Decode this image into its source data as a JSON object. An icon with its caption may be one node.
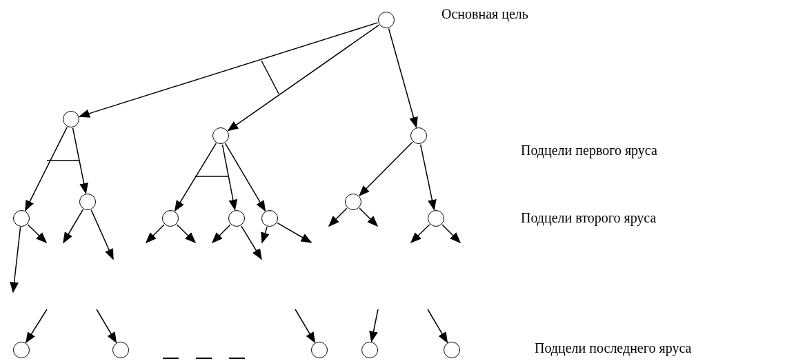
{
  "diagram": {
    "nodes": [
      {
        "text": [],
        "shape": "circle"
      },
      {
        "text": [],
        "shape": "circle"
      },
      {
        "text": [],
        "shape": "circle"
      },
      {
        "text": [],
        "shape": "circle"
      },
      {
        "text": [],
        "shape": "circle"
      },
      {
        "text": [],
        "shape": "circle"
      },
      {
        "text": [],
        "shape": "circle"
      },
      {
        "text": [],
        "shape": "circle"
      },
      {
        "text": [],
        "shape": "circle"
      },
      {
        "text": [],
        "shape": "circle"
      },
      {
        "text": [],
        "shape": "circle"
      },
      {
        "text": [],
        "shape": "circle"
      },
      {
        "text": [],
        "shape": "circle"
      },
      {
        "text": [],
        "shape": "circle"
      },
      {
        "text": [],
        "shape": "circle"
      },
      {
        "text": [],
        "shape": "circle"
      }
    ],
    "edges": [
      {
        "from": 0,
        "to": 1,
        "arrow": "to"
      },
      {
        "from": 0,
        "to": 2,
        "arrow": "to"
      },
      {
        "from": 0,
        "to": 3,
        "arrow": "to"
      },
      {
        "from": 1,
        "to": 4,
        "arrow": "to"
      },
      {
        "from": 1,
        "to": 5,
        "arrow": "to"
      },
      {
        "from": 2,
        "to": 6,
        "arrow": "to"
      },
      {
        "from": 2,
        "to": 7,
        "arrow": "to"
      },
      {
        "from": 2,
        "to": 8,
        "arrow": "to"
      },
      {
        "from": 3,
        "to": 9,
        "arrow": "to"
      },
      {
        "from": 3,
        "to": 10,
        "arrow": "to"
      },
      {
        "from": 4,
        "to": null,
        "arrow": "to"
      },
      {
        "from": 4,
        "to": null,
        "arrow": "to"
      },
      {
        "from": 5,
        "to": null,
        "arrow": "to"
      },
      {
        "from": 5,
        "to": null,
        "arrow": "to"
      },
      {
        "from": 6,
        "to": null,
        "arrow": "to"
      },
      {
        "from": 6,
        "to": null,
        "arrow": "to"
      },
      {
        "from": 7,
        "to": null,
        "arrow": "to"
      },
      {
        "from": 7,
        "to": null,
        "arrow": "to"
      },
      {
        "from": 8,
        "to": null,
        "arrow": "to"
      },
      {
        "from": 8,
        "to": null,
        "arrow": "to"
      },
      {
        "from": 9,
        "to": null,
        "arrow": "to"
      },
      {
        "from": 9,
        "to": null,
        "arrow": "to"
      },
      {
        "from": 10,
        "to": null,
        "arrow": "to"
      },
      {
        "from": 10,
        "to": null,
        "arrow": "to"
      },
      {
        "from": null,
        "to": 11,
        "arrow": "to"
      },
      {
        "from": null,
        "to": 12,
        "arrow": "to"
      },
      {
        "from": null,
        "to": 13,
        "arrow": "to"
      },
      {
        "from": null,
        "to": 14,
        "arrow": "to"
      },
      {
        "from": null,
        "to": 15,
        "arrow": "to"
      }
    ],
    "labels": [
      "Основная цель",
      "Подцели первого яруса",
      "Подцели второго яруса",
      "Подцели последнего яруса"
    ]
  }
}
